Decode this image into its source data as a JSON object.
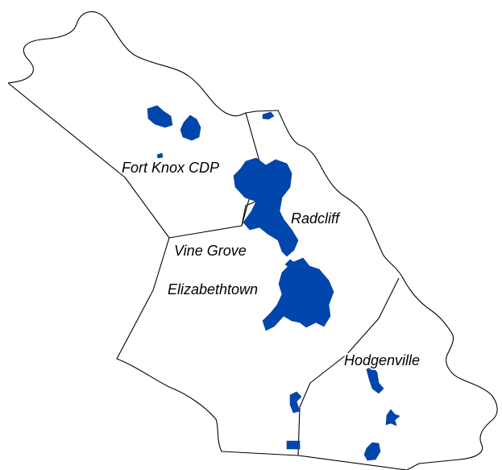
{
  "map": {
    "colors": {
      "background": "#ffffff",
      "boundary": "#000000",
      "urban_area": "#0046ad"
    },
    "labels": {
      "fort_knox": "Fort Knox CDP",
      "radcliff": "Radcliff",
      "vine_grove": "Vine Grove",
      "elizabethtown": "Elizabethtown",
      "hodgenville": "Hodgenville"
    }
  }
}
